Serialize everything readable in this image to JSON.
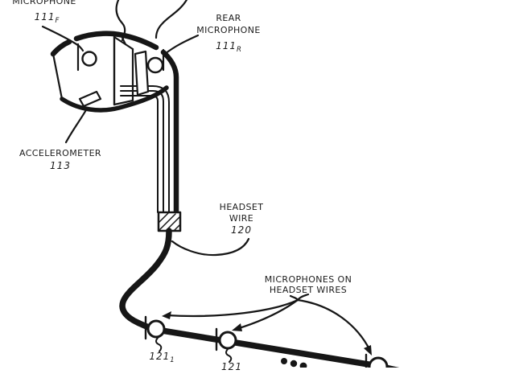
{
  "figure": {
    "colors": {
      "ink": "#161616",
      "background": "#ffffff"
    },
    "labels": {
      "front_microphone": {
        "line1": "MICROPHONE",
        "ref": "111",
        "ref_sub": "F"
      },
      "rear_microphone": {
        "line1": "REAR",
        "line2": "MICROPHONE",
        "ref": "111",
        "ref_sub": "R"
      },
      "accelerometer": {
        "line1": "ACCELEROMETER",
        "ref": "113"
      },
      "headset_wire": {
        "line1": "HEADSET",
        "line2": "WIRE",
        "ref": "120"
      },
      "wire_microphones": {
        "line1": "MICROPHONES ON",
        "line2": "HEADSET WIRES"
      },
      "wire_mic_1": {
        "ref": "121",
        "ref_sub": "1"
      },
      "wire_mic_2": {
        "ref": "121",
        "ref_sub": ""
      }
    }
  }
}
